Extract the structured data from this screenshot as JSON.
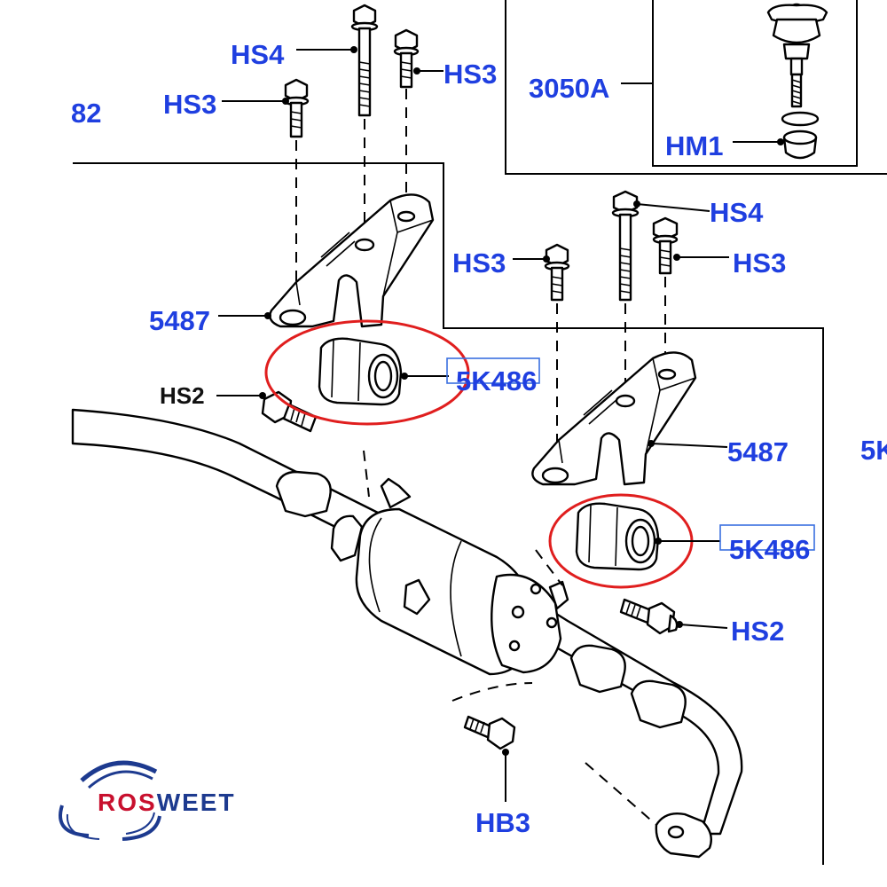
{
  "diagram": {
    "labels": {
      "hs4_top": "HS4",
      "hs3_top_right": "HS3",
      "hs3_top_left": "HS3",
      "clip_82": "82",
      "part_3050a": "3050A",
      "hm1": "HM1",
      "hs4_mid": "HS4",
      "hs3_mid_left": "HS3",
      "hs3_mid_right": "HS3",
      "bracket_left": "5487",
      "bracket_right": "5487",
      "bush_left": "5K486",
      "bush_right": "5K486",
      "hs2_left": "HS2",
      "hs2_right": "HS2",
      "hb3": "HB3",
      "clip_5k_right": "5K"
    },
    "highlight_color": "#e01e1e",
    "label_color": "#1f3fe0"
  },
  "logo": {
    "text": "ROSWEET",
    "colors": {
      "red": "#c8102e",
      "blue": "#1d3a8f"
    }
  }
}
